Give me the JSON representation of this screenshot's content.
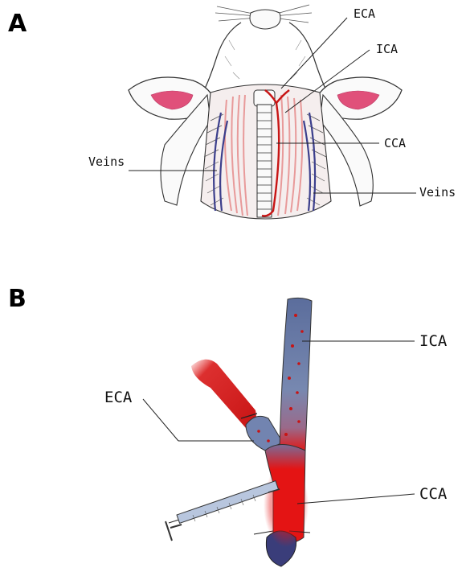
{
  "panels": [
    {
      "letter": "A",
      "labels": {
        "eca": "ECA",
        "ica": "ICA",
        "cca": "CCA",
        "veins_left": "Veins",
        "veins_right": "Veins"
      }
    },
    {
      "letter": "B",
      "labels": {
        "ica": "ICA",
        "eca": "ECA",
        "cca": "CCA"
      }
    }
  ],
  "colors": {
    "artery": "#c81414",
    "vein": "#3c3f8c",
    "ear_inner": "#e0507a",
    "muscle": "#e89a9a",
    "outline": "#333333"
  }
}
